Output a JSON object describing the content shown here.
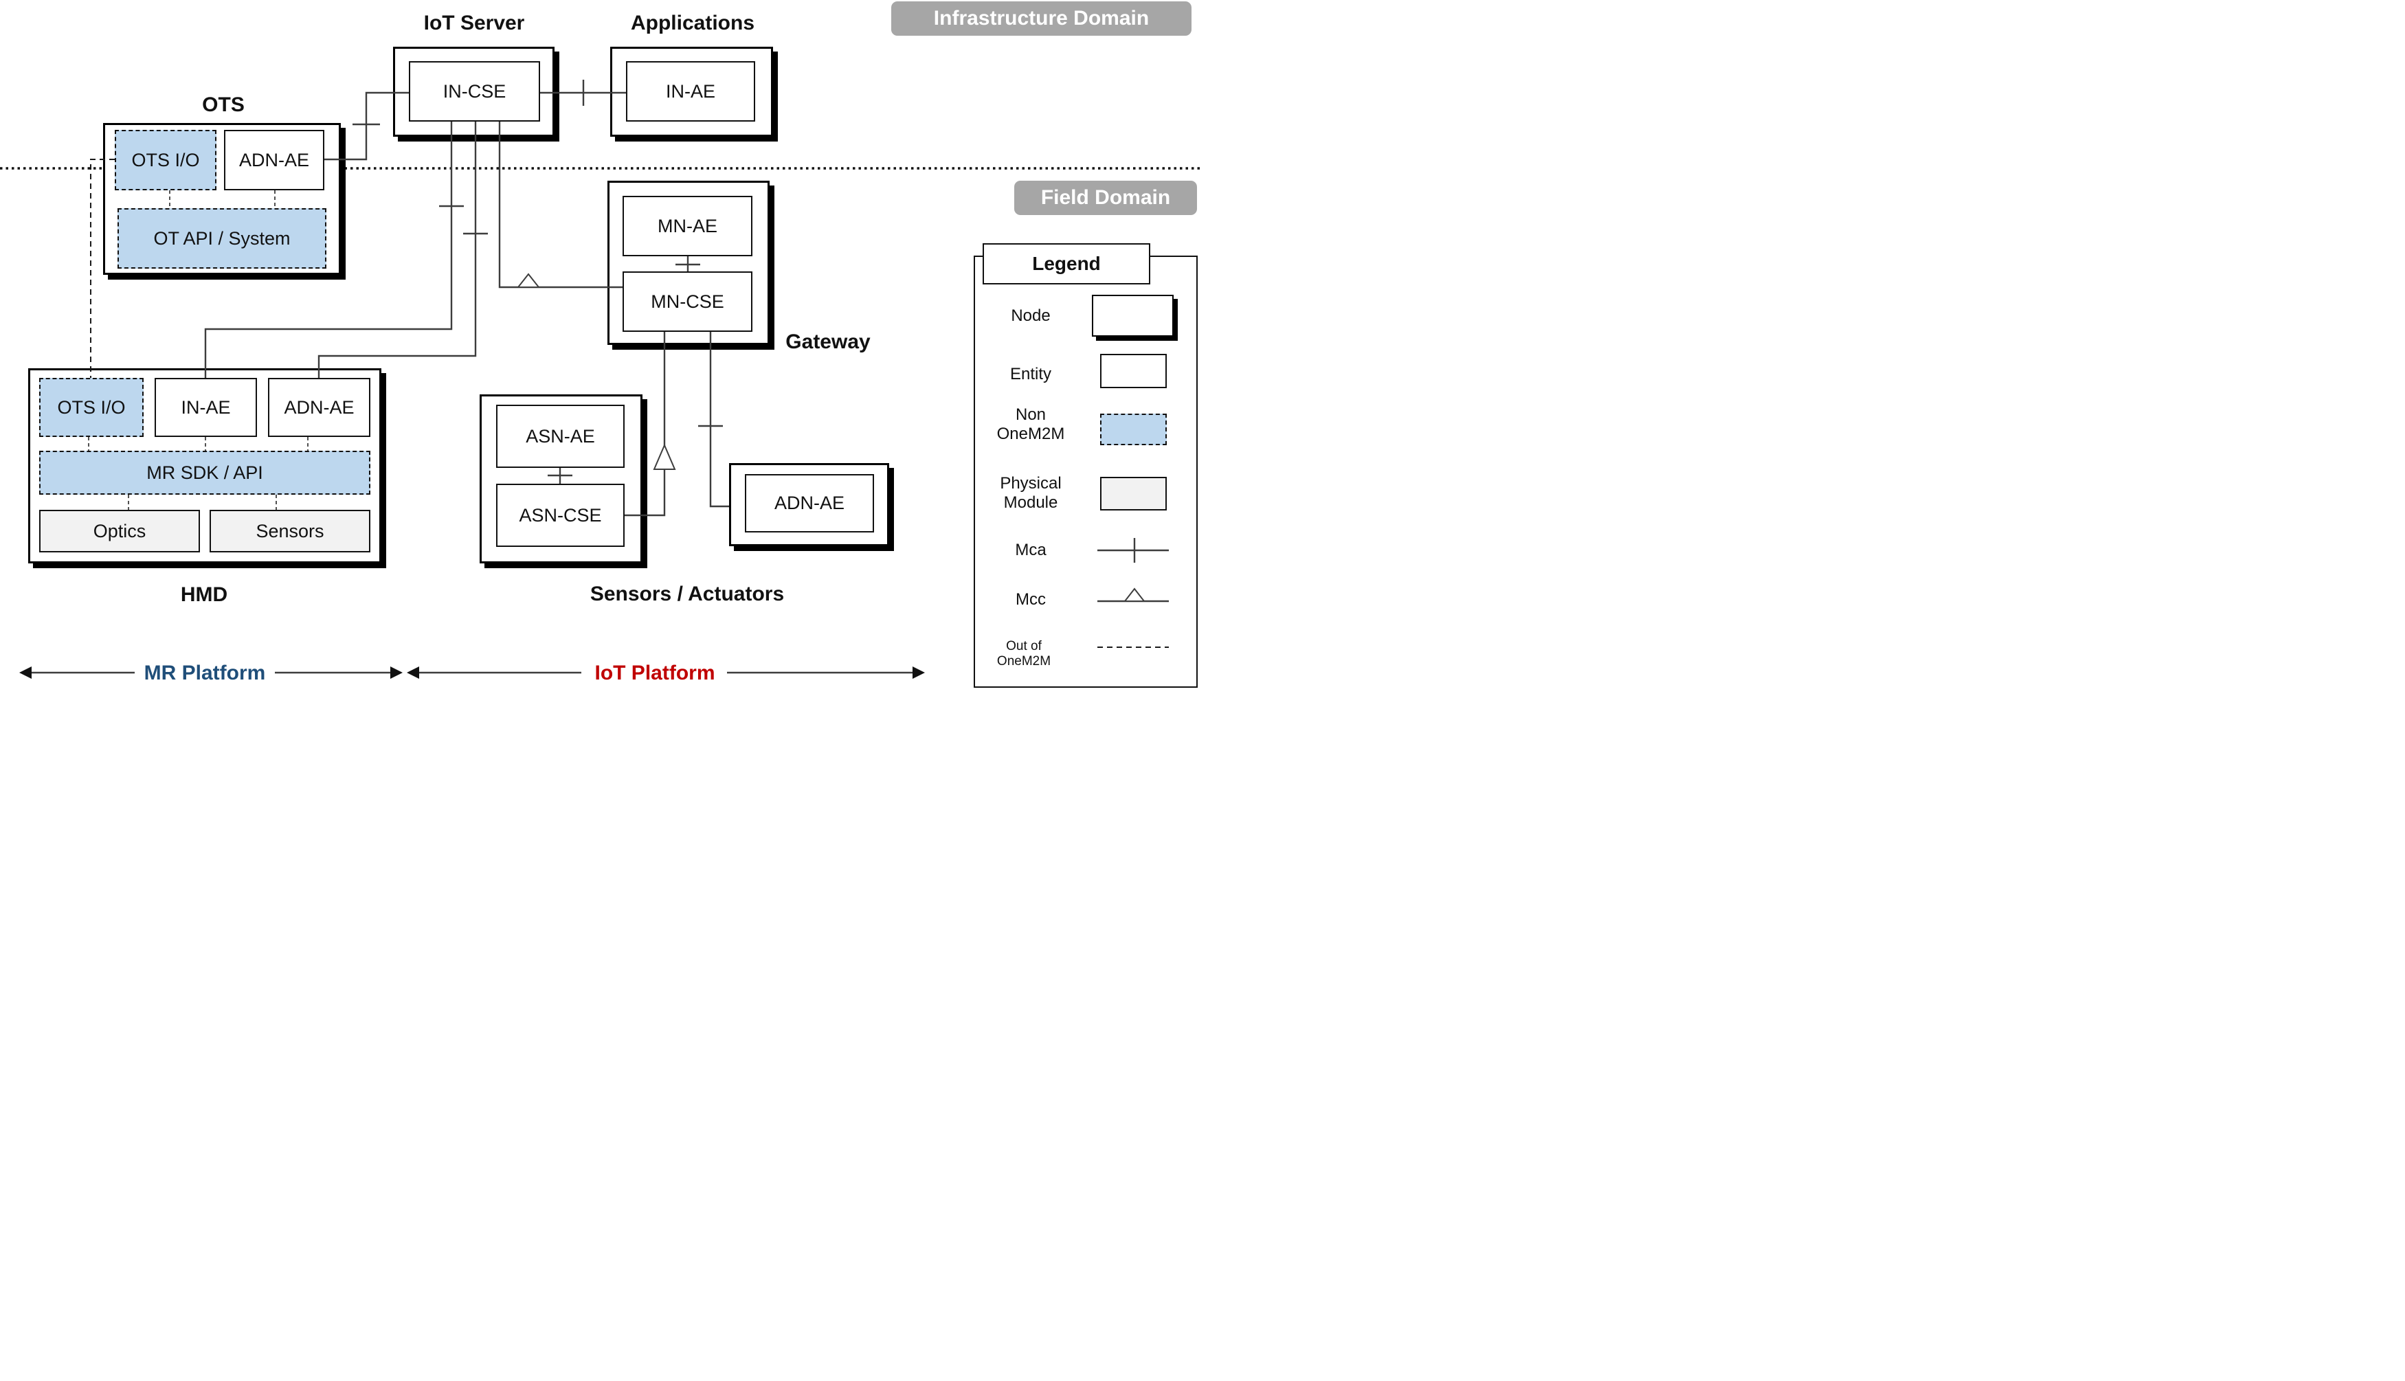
{
  "domain_labels": {
    "infrastructure": "Infrastructure Domain",
    "field": "Field Domain"
  },
  "titles": {
    "iot_server": "IoT Server",
    "applications": "Applications",
    "ots": "OTS",
    "gateway": "Gateway",
    "hmd": "HMD",
    "sensors_actuators": "Sensors / Actuators"
  },
  "entities": {
    "in_cse": "IN-CSE",
    "in_ae_app": "IN-AE",
    "ots_io_ots": "OTS I/O",
    "adn_ae_ots": "ADN-AE",
    "ot_api": "OT API / System",
    "mn_ae": "MN-AE",
    "mn_cse": "MN-CSE",
    "ots_io_hmd": "OTS I/O",
    "in_ae_hmd": "IN-AE",
    "adn_ae_hmd": "ADN-AE",
    "mr_sdk": "MR SDK / API",
    "optics": "Optics",
    "sensors": "Sensors",
    "asn_ae": "ASN-AE",
    "asn_cse": "ASN-CSE",
    "adn_ae_sensor": "ADN-AE"
  },
  "legend": {
    "title": "Legend",
    "items": [
      {
        "label": "Node",
        "symbol": "node-box"
      },
      {
        "label": "Entity",
        "symbol": "entity-box"
      },
      {
        "label": "Non OneM2M",
        "symbol": "non-onem2m-box"
      },
      {
        "label": "Physical Module",
        "symbol": "physical-module-box"
      },
      {
        "label": "Mca",
        "symbol": "mca-reference-line"
      },
      {
        "label": "Mcc",
        "symbol": "mcc-reference-line"
      },
      {
        "label": "Out of OneM2M",
        "symbol": "out-of-onem2m-dashed-line"
      }
    ]
  },
  "platforms": {
    "mr": {
      "label": "MR Platform",
      "color": "#1f4e79"
    },
    "iot": {
      "label": "IoT Platform",
      "color": "#c00000"
    }
  },
  "colors": {
    "non_onem2m_fill": "#bdd7ee",
    "physical_module_fill": "#f2f2f2",
    "domain_label_bg": "#a6a6a6",
    "connector_line": "#3d3d3d",
    "mr_platform_text": "#1f4e79",
    "iot_platform_text": "#c00000"
  }
}
